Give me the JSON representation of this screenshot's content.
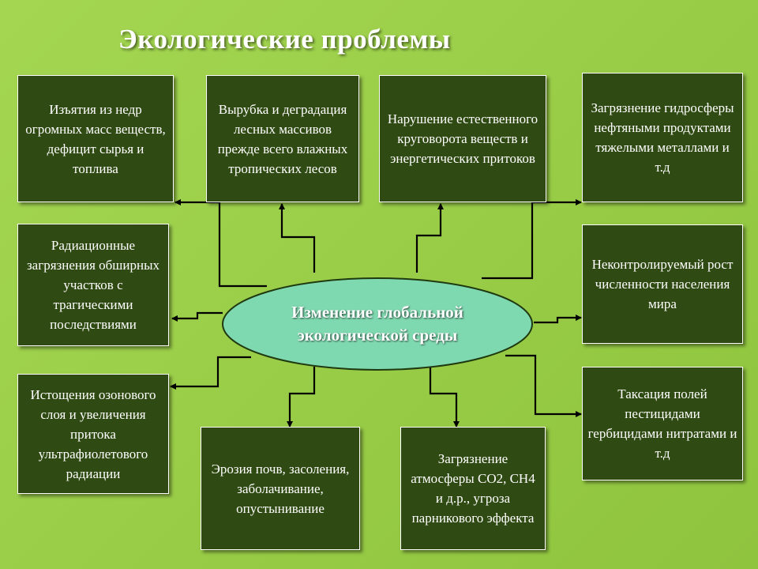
{
  "title": "Экологические проблемы",
  "center": {
    "label": "Изменение глобальной экологической среды"
  },
  "boxes": {
    "extraction": "Изъятия из недр огромных масс веществ, дефицит сырья и топлива",
    "deforestation": "Вырубка и деградация лесных массивов прежде всего влажных тропических лесов",
    "cycle_disruption": "Нарушение естественного круговорота веществ и энергетических притоков",
    "hydrosphere": "Загрязнение гидросферы нефтяными продуктами тяжелыми металлами и т.д",
    "radiation": "Радиационные загрязнения обширных участков с трагическими последствиями",
    "population": "Неконтролируемый рост численности населения мира",
    "ozone": "Истощения озонового слоя и увеличения притока ультрафиолетового радиации",
    "pesticides": "Таксация полей пестицидами гербицидами нитратами и т.д",
    "soil_erosion": "Эрозия почв, засоления, заболачивание, опустынивание",
    "atmosphere": "Загрязнение атмосферы СО2, СН4 и д.р., угроза парникового эффекта"
  },
  "colors": {
    "background": "#9ccf4a",
    "box_fill": "#2f4a12",
    "ellipse_fill": "#7fd9b0",
    "connector": "#000000"
  }
}
